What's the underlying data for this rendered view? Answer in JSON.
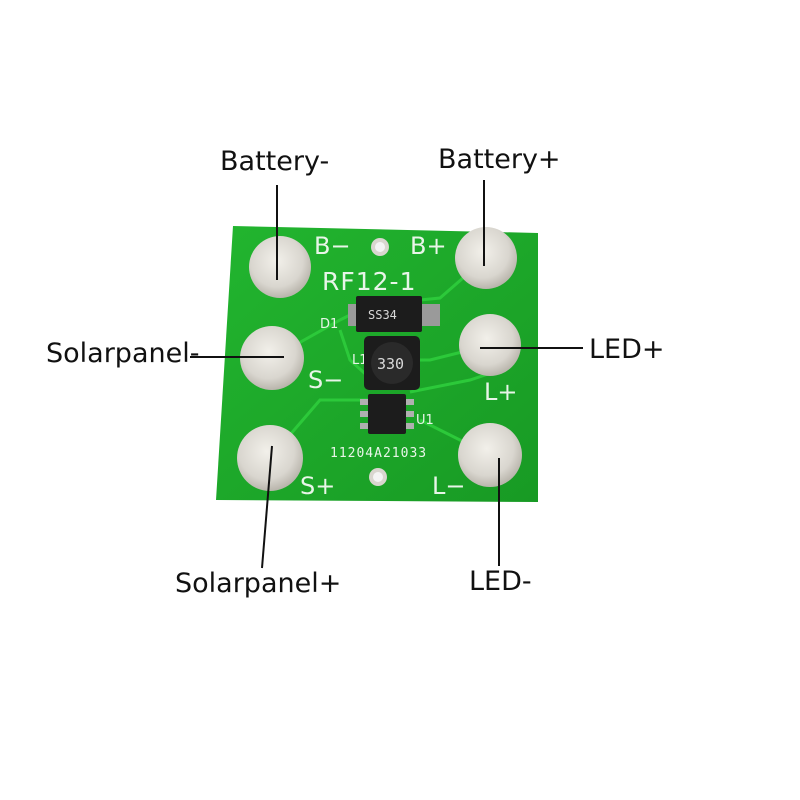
{
  "callouts": {
    "battery_minus": "Battery-",
    "battery_plus": "Battery+",
    "solarpanel_minus": "Solarpanel-",
    "led_plus": "LED+",
    "solarpanel_plus": "Solarpanel+",
    "led_minus": "LED-"
  },
  "board": {
    "model": "RF12-1",
    "serial": "11204A21033",
    "pad_labels": {
      "b_minus": "B−",
      "b_plus": "B+",
      "s_minus": "S−",
      "l_plus": "L+",
      "s_plus": "S+",
      "l_minus": "L−"
    },
    "designators": {
      "diode": "D1",
      "inductor": "L1",
      "ic": "U1"
    },
    "inductor_marking": "330",
    "diode_marking": "SS34"
  },
  "colors": {
    "pcb": "#1fae2c",
    "pad": "#d9d6cf",
    "silkscreen": "#e8f5e8",
    "component": "#1c1c1c",
    "callout_text": "#111111"
  }
}
